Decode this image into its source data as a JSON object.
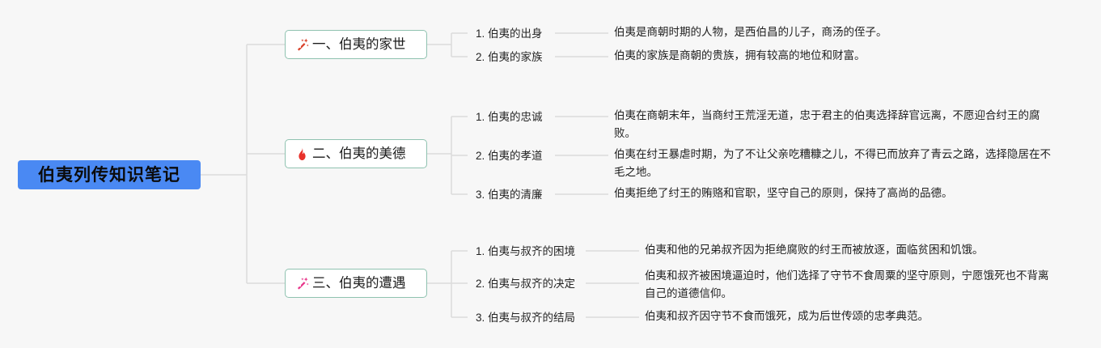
{
  "theme": {
    "background": "#f7f7f7",
    "root_fill": "#4a89f3",
    "branch_border": "#8fc2b0",
    "branch_fill": "#ffffff",
    "connector": "#dcdcdc",
    "text": "#1e1e1e"
  },
  "root": {
    "label": "伯夷列传知识笔记"
  },
  "branches": [
    {
      "icon": "magic-wand-red-icon",
      "icon_color": "#d93f28",
      "label": "一、伯夷的家世",
      "subs": [
        {
          "label": "1. 伯夷的出身",
          "detail": "伯夷是商朝时期的人物，是西伯昌的儿子，商汤的侄子。"
        },
        {
          "label": "2. 伯夷的家族",
          "detail": "伯夷的家族是商朝的贵族，拥有较高的地位和财富。"
        }
      ]
    },
    {
      "icon": "flame-icon",
      "icon_color": "#e8312a",
      "label": "二、伯夷的美德",
      "subs": [
        {
          "label": "1. 伯夷的忠诚",
          "detail": "伯夷在商朝末年，当商纣王荒淫无道，忠于君主的伯夷选择辞官远离，不愿迎合纣王的腐败。"
        },
        {
          "label": "2. 伯夷的孝道",
          "detail": "伯夷在纣王暴虐时期，为了不让父亲吃糟糠之儿，不得已而放弃了青云之路，选择隐居在不毛之地。"
        },
        {
          "label": "3. 伯夷的清廉",
          "detail": "伯夷拒绝了纣王的贿赂和官职，坚守自己的原则，保持了高尚的品德。"
        }
      ]
    },
    {
      "icon": "magic-wand-pink-icon",
      "icon_color": "#e8358a",
      "label": "三、伯夷的遭遇",
      "subs": [
        {
          "label": "1. 伯夷与叔齐的困境",
          "detail": "伯夷和他的兄弟叔齐因为拒绝腐败的纣王而被放逐，面临贫困和饥饿。"
        },
        {
          "label": "2. 伯夷与叔齐的决定",
          "detail": "伯夷和叔齐被困境逼迫时，他们选择了守节不食周粟的坚守原则，宁愿饿死也不背离自己的道德信仰。"
        },
        {
          "label": "3. 伯夷与叔齐的结局",
          "detail": "伯夷和叔齐因守节不食而饿死，成为后世传颂的忠孝典范。"
        }
      ]
    }
  ]
}
